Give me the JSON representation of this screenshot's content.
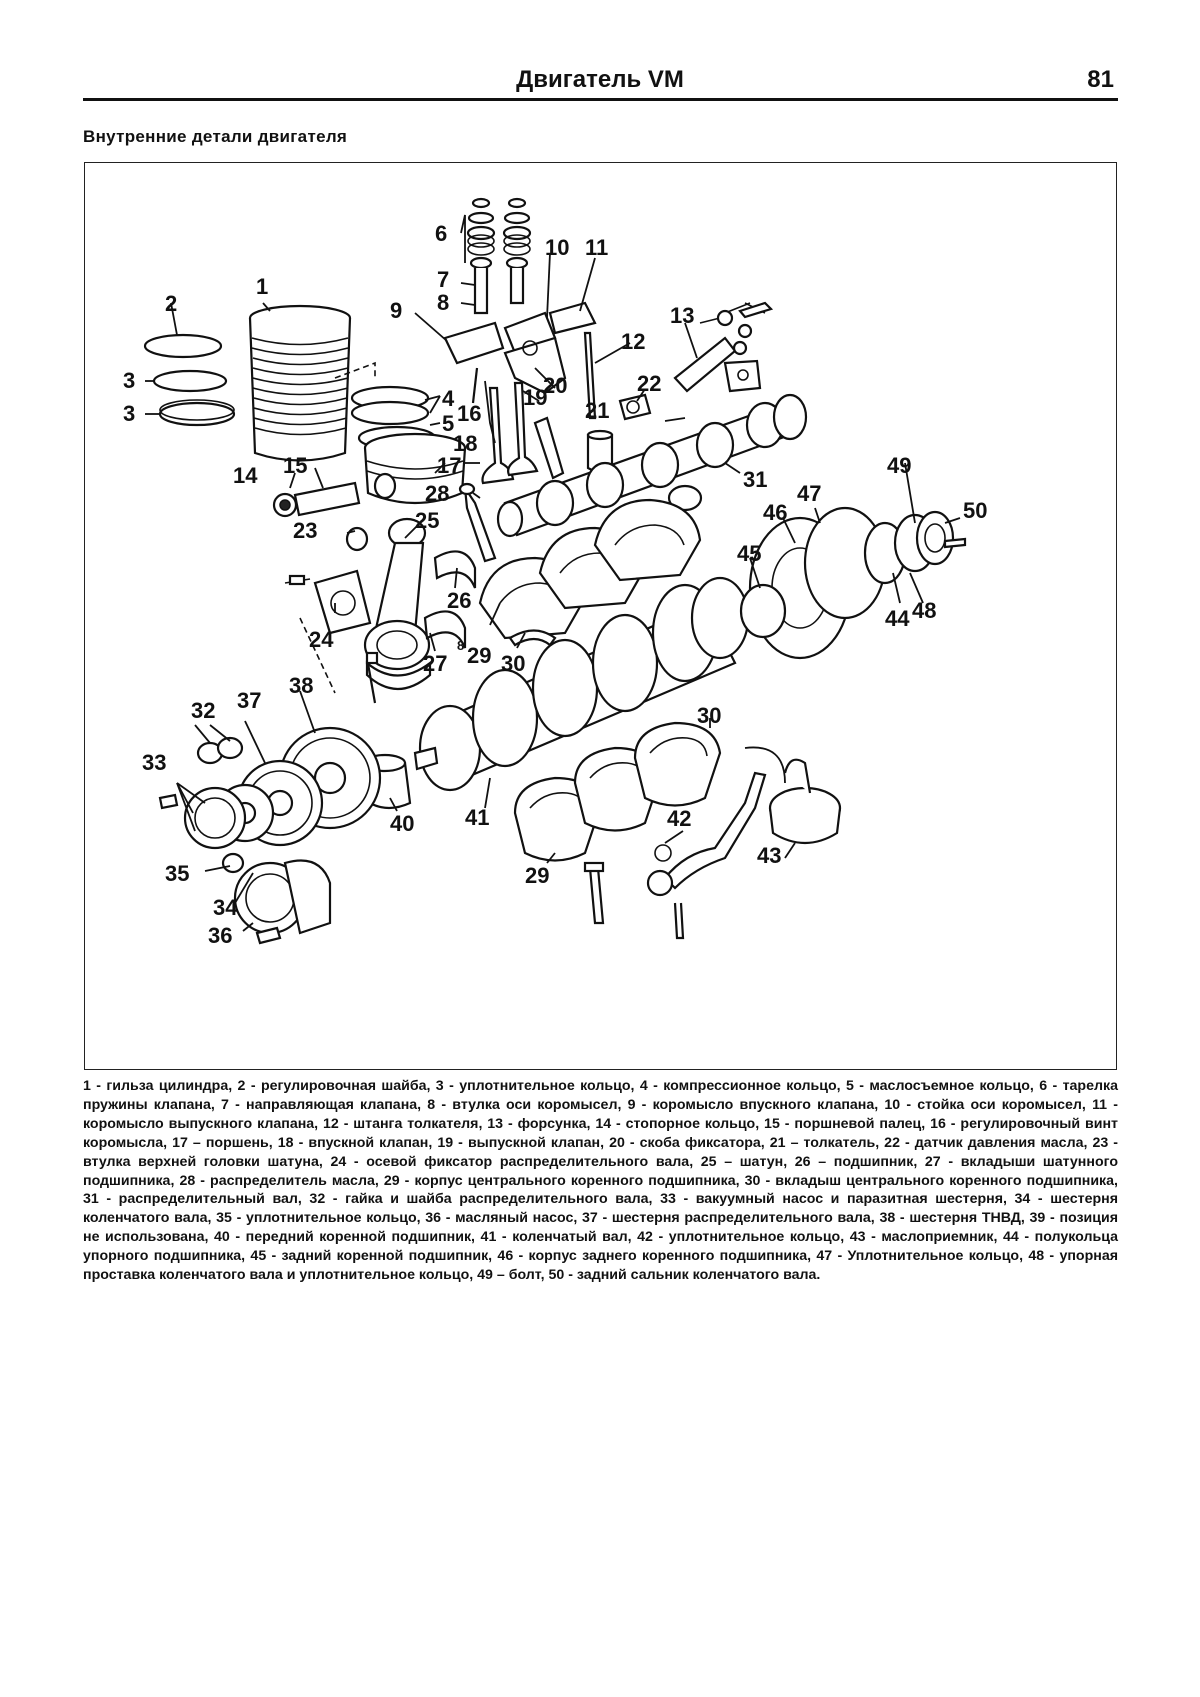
{
  "header": {
    "title": "Двигатель VM",
    "page_number": "81"
  },
  "section_title": "Внутренние детали двигателя",
  "figure": {
    "callouts": [
      "1",
      "2",
      "3",
      "3",
      "4",
      "5",
      "6",
      "7",
      "8",
      "9",
      "10",
      "11",
      "12",
      "13",
      "14",
      "15",
      "16",
      "17",
      "18",
      "19",
      "20",
      "21",
      "22",
      "23",
      "24",
      "25",
      "26",
      "27",
      "28",
      "29",
      "30",
      "31",
      "32",
      "33",
      "34",
      "35",
      "36",
      "37",
      "38",
      "40",
      "41",
      "42",
      "43",
      "44",
      "45",
      "46",
      "47",
      "48",
      "49",
      "50",
      "29",
      "30",
      "8"
    ]
  },
  "caption": "1 - гильза цилиндра, 2 - регулировочная шайба, 3 - уплотнительное кольцо, 4 - компрессионное кольцо, 5 - маслосъемное кольцо, 6 - тарелка пружины клапана, 7 - направляющая клапана, 8 - втулка оси коромысел, 9 - коромысло впускного клапана, 10 - стойка оси коромысел, 11 - коромысло выпускного клапана, 12 - штанга толкателя, 13 - форсунка, 14 - стопорное кольцо, 15 - поршневой палец, 16 - регулировочный винт коромысла, 17 – поршень, 18 - впускной клапан, 19 - выпускной клапан, 20 - скоба фиксатора, 21 – толкатель, 22 - датчик давления масла, 23 - втулка верхней головки шатуна, 24 - осевой фиксатор распределительного вала, 25 – шатун, 26 – подшипник, 27 - вкладыши шатунного подшипника, 28 - распределитель масла, 29 - корпус центрального коренного подшипника, 30 - вкладыш центрального коренного подшипника, 31 - распределительный вал, 32 - гайка и шайба распределительного вала, 33 - вакуумный насос и паразитная шестерня, 34 - шестерня коленчатого вала, 35 - уплотнительное кольцо, 36 - масляный насос, 37 - шестерня распределительного вала, 38 - шестерня ТНВД, 39 - позиция не использована, 40 - передний коренной подшипник, 41 - коленчатый вал, 42 - уплотнительное кольцо, 43 - маслоприемник, 44 - полукольца упорного подшипника, 45 - задний коренной подшипник, 46 - корпус заднего коренного подшипника, 47 - Уплотнительное кольцо, 48 - упорная проставка коленчатого вала и уплотнительное кольцо, 49 – болт, 50 - задний сальник коленчатого вала."
}
